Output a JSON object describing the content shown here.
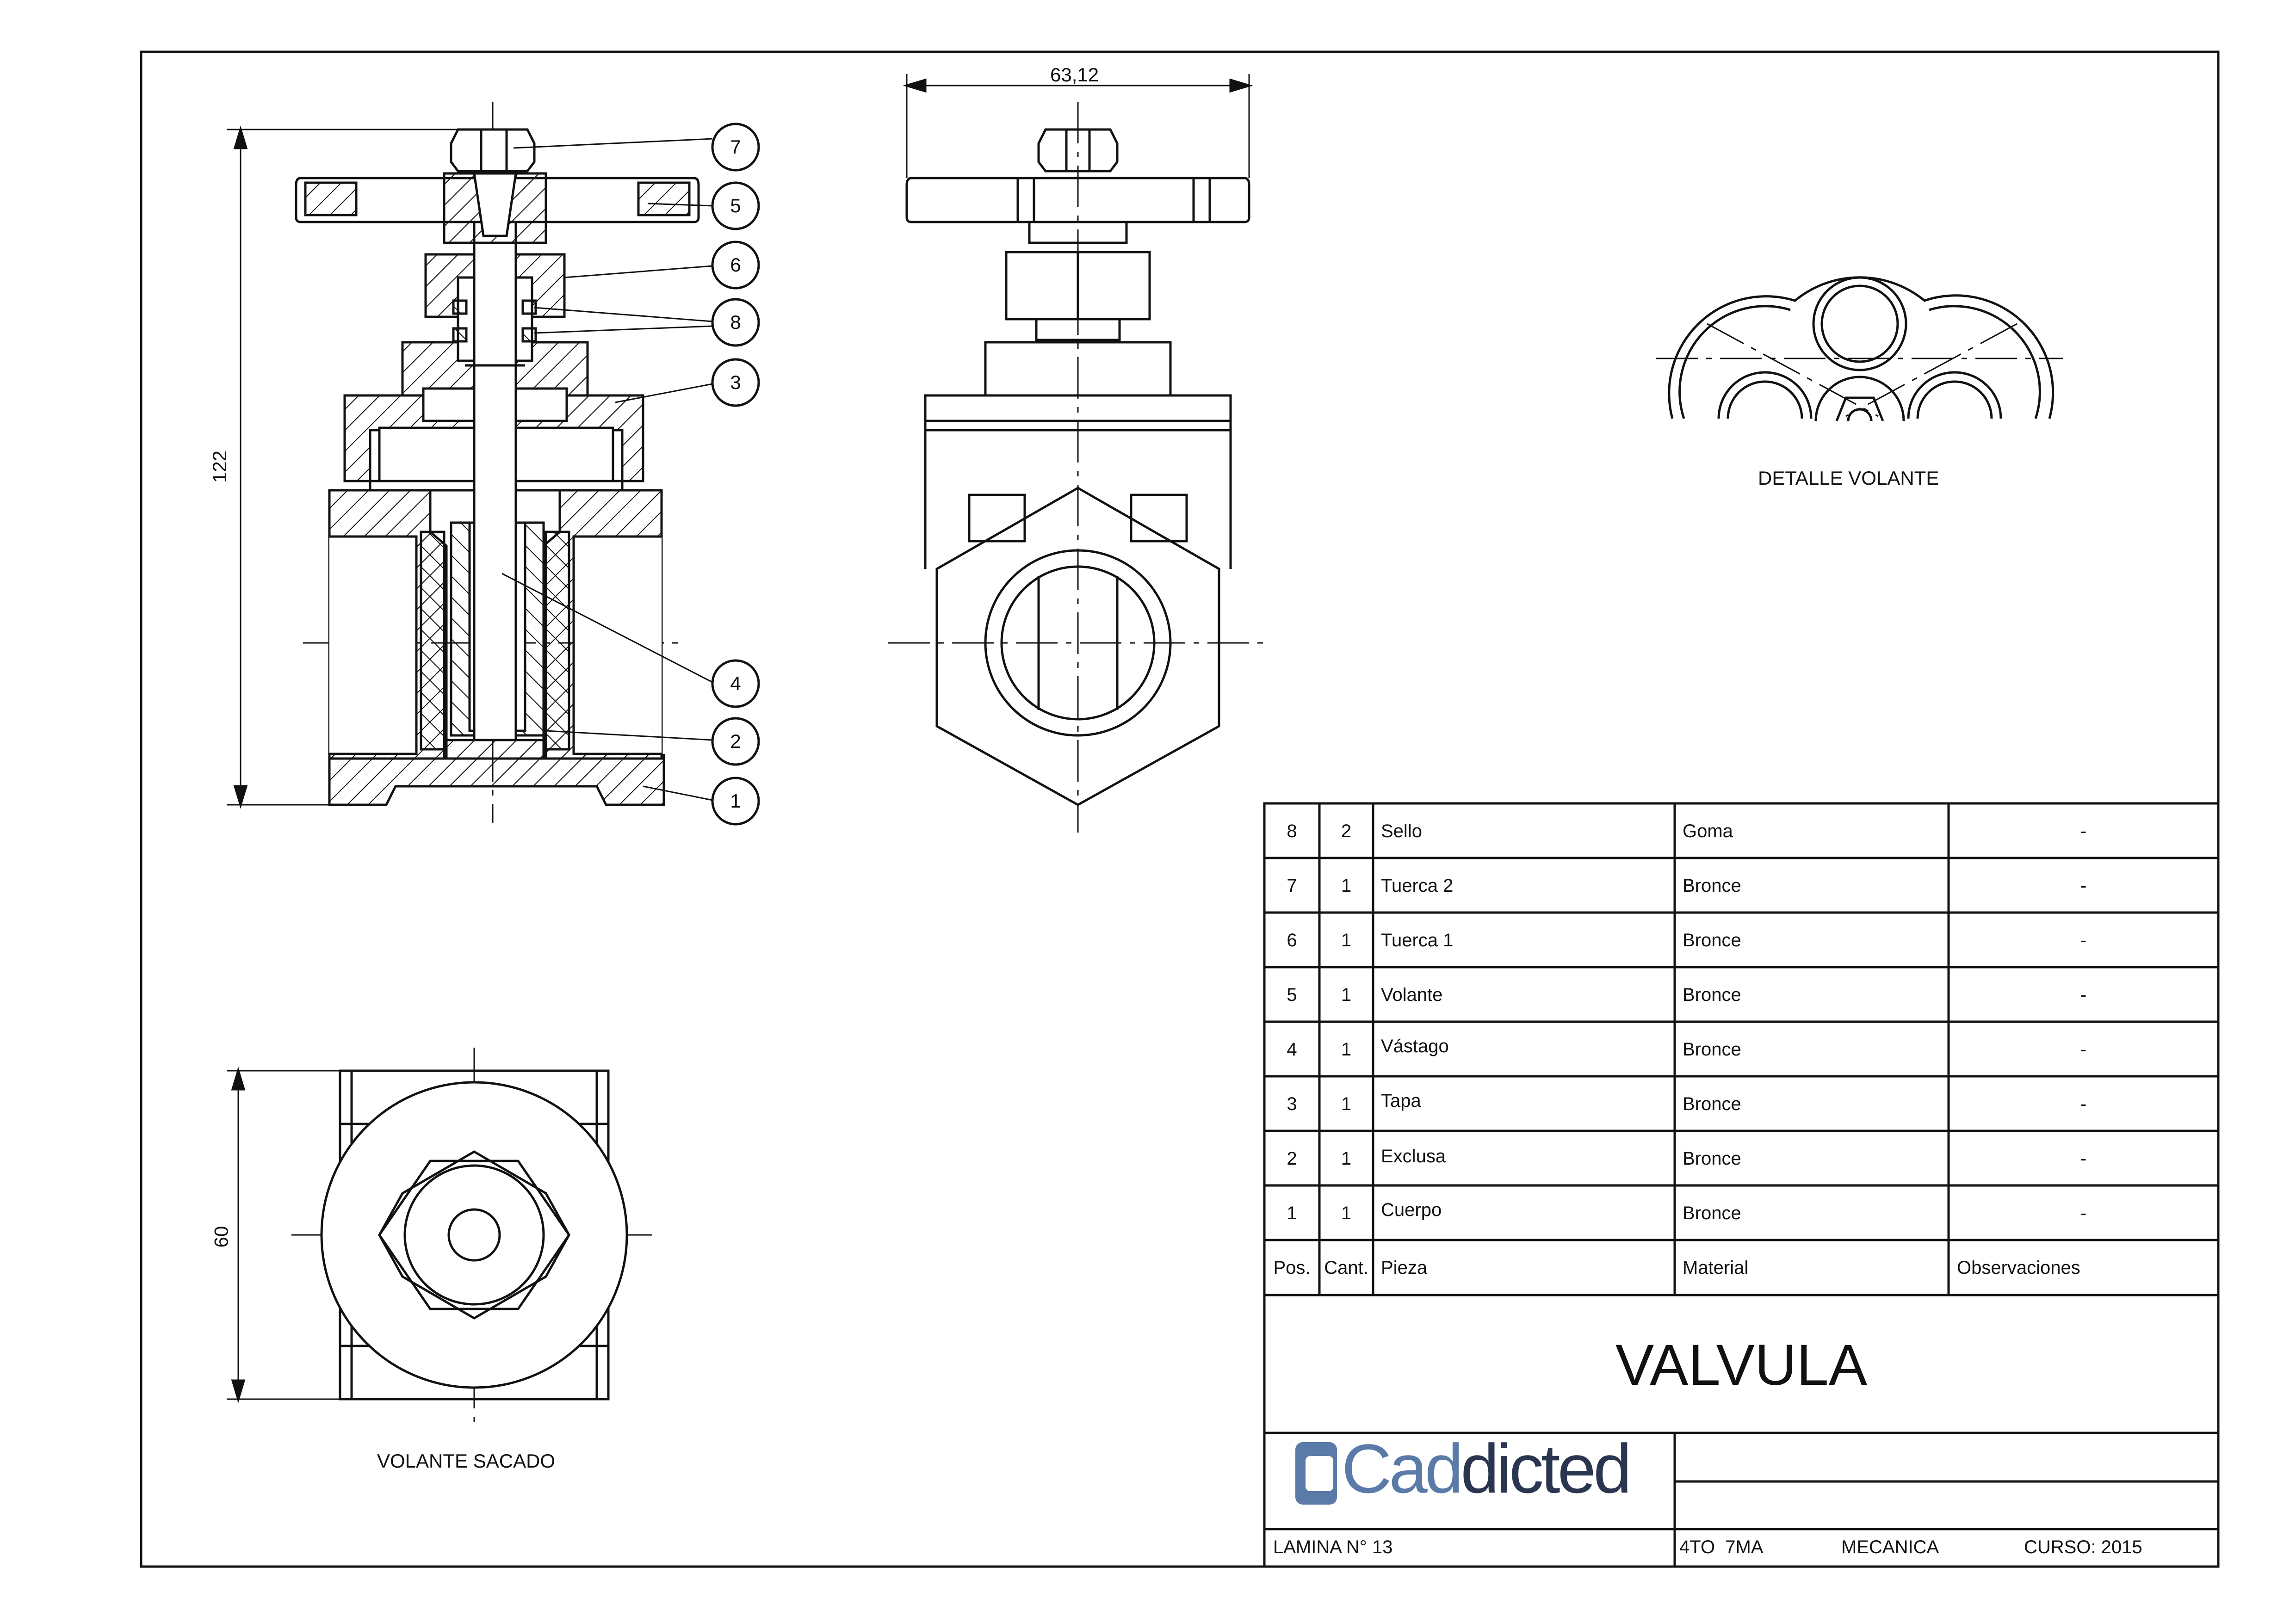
{
  "drawing": {
    "title": "VALVULA",
    "section_labels": {
      "detail": "DETALLE VOLANTE",
      "top_view": "VOLANTE SACADO"
    },
    "dimensions": {
      "overall_height": "122",
      "handwheel_width": "63,12",
      "body_width": "60"
    },
    "balloons": [
      "7",
      "5",
      "6",
      "8",
      "3",
      "4",
      "2",
      "1"
    ]
  },
  "parts_list": {
    "headers": {
      "pos": "Pos.",
      "qty": "Cant.",
      "part": "Pieza",
      "material": "Material",
      "notes": "Observaciones"
    },
    "rows": [
      {
        "pos": "8",
        "qty": "2",
        "part": "Sello",
        "material": "Goma",
        "notes": "-"
      },
      {
        "pos": "7",
        "qty": "1",
        "part": "Tuerca 2",
        "material": "Bronce",
        "notes": "-"
      },
      {
        "pos": "6",
        "qty": "1",
        "part": "Tuerca 1",
        "material": "Bronce",
        "notes": "-"
      },
      {
        "pos": "5",
        "qty": "1",
        "part": "Volante",
        "material": "Bronce",
        "notes": "-"
      },
      {
        "pos": "4",
        "qty": "1",
        "part": "Vástago",
        "material": "Bronce",
        "notes": "-"
      },
      {
        "pos": "3",
        "qty": "1",
        "part": "Tapa",
        "material": "Bronce",
        "notes": "-"
      },
      {
        "pos": "2",
        "qty": "1",
        "part": "Exclusa",
        "material": "Bronce",
        "notes": "-"
      },
      {
        "pos": "1",
        "qty": "1",
        "part": "Cuerpo",
        "material": "Bronce",
        "notes": "-"
      }
    ]
  },
  "title_block": {
    "logo": "Caddicted",
    "sheet": "LAMINA N° 13",
    "group": "4TO  7MA",
    "area": "MECANICA",
    "course": "CURSO: 2015"
  },
  "colors": {
    "line": "#111111",
    "logo_light": "#5a7aa8",
    "logo_dark": "#2a3550"
  }
}
